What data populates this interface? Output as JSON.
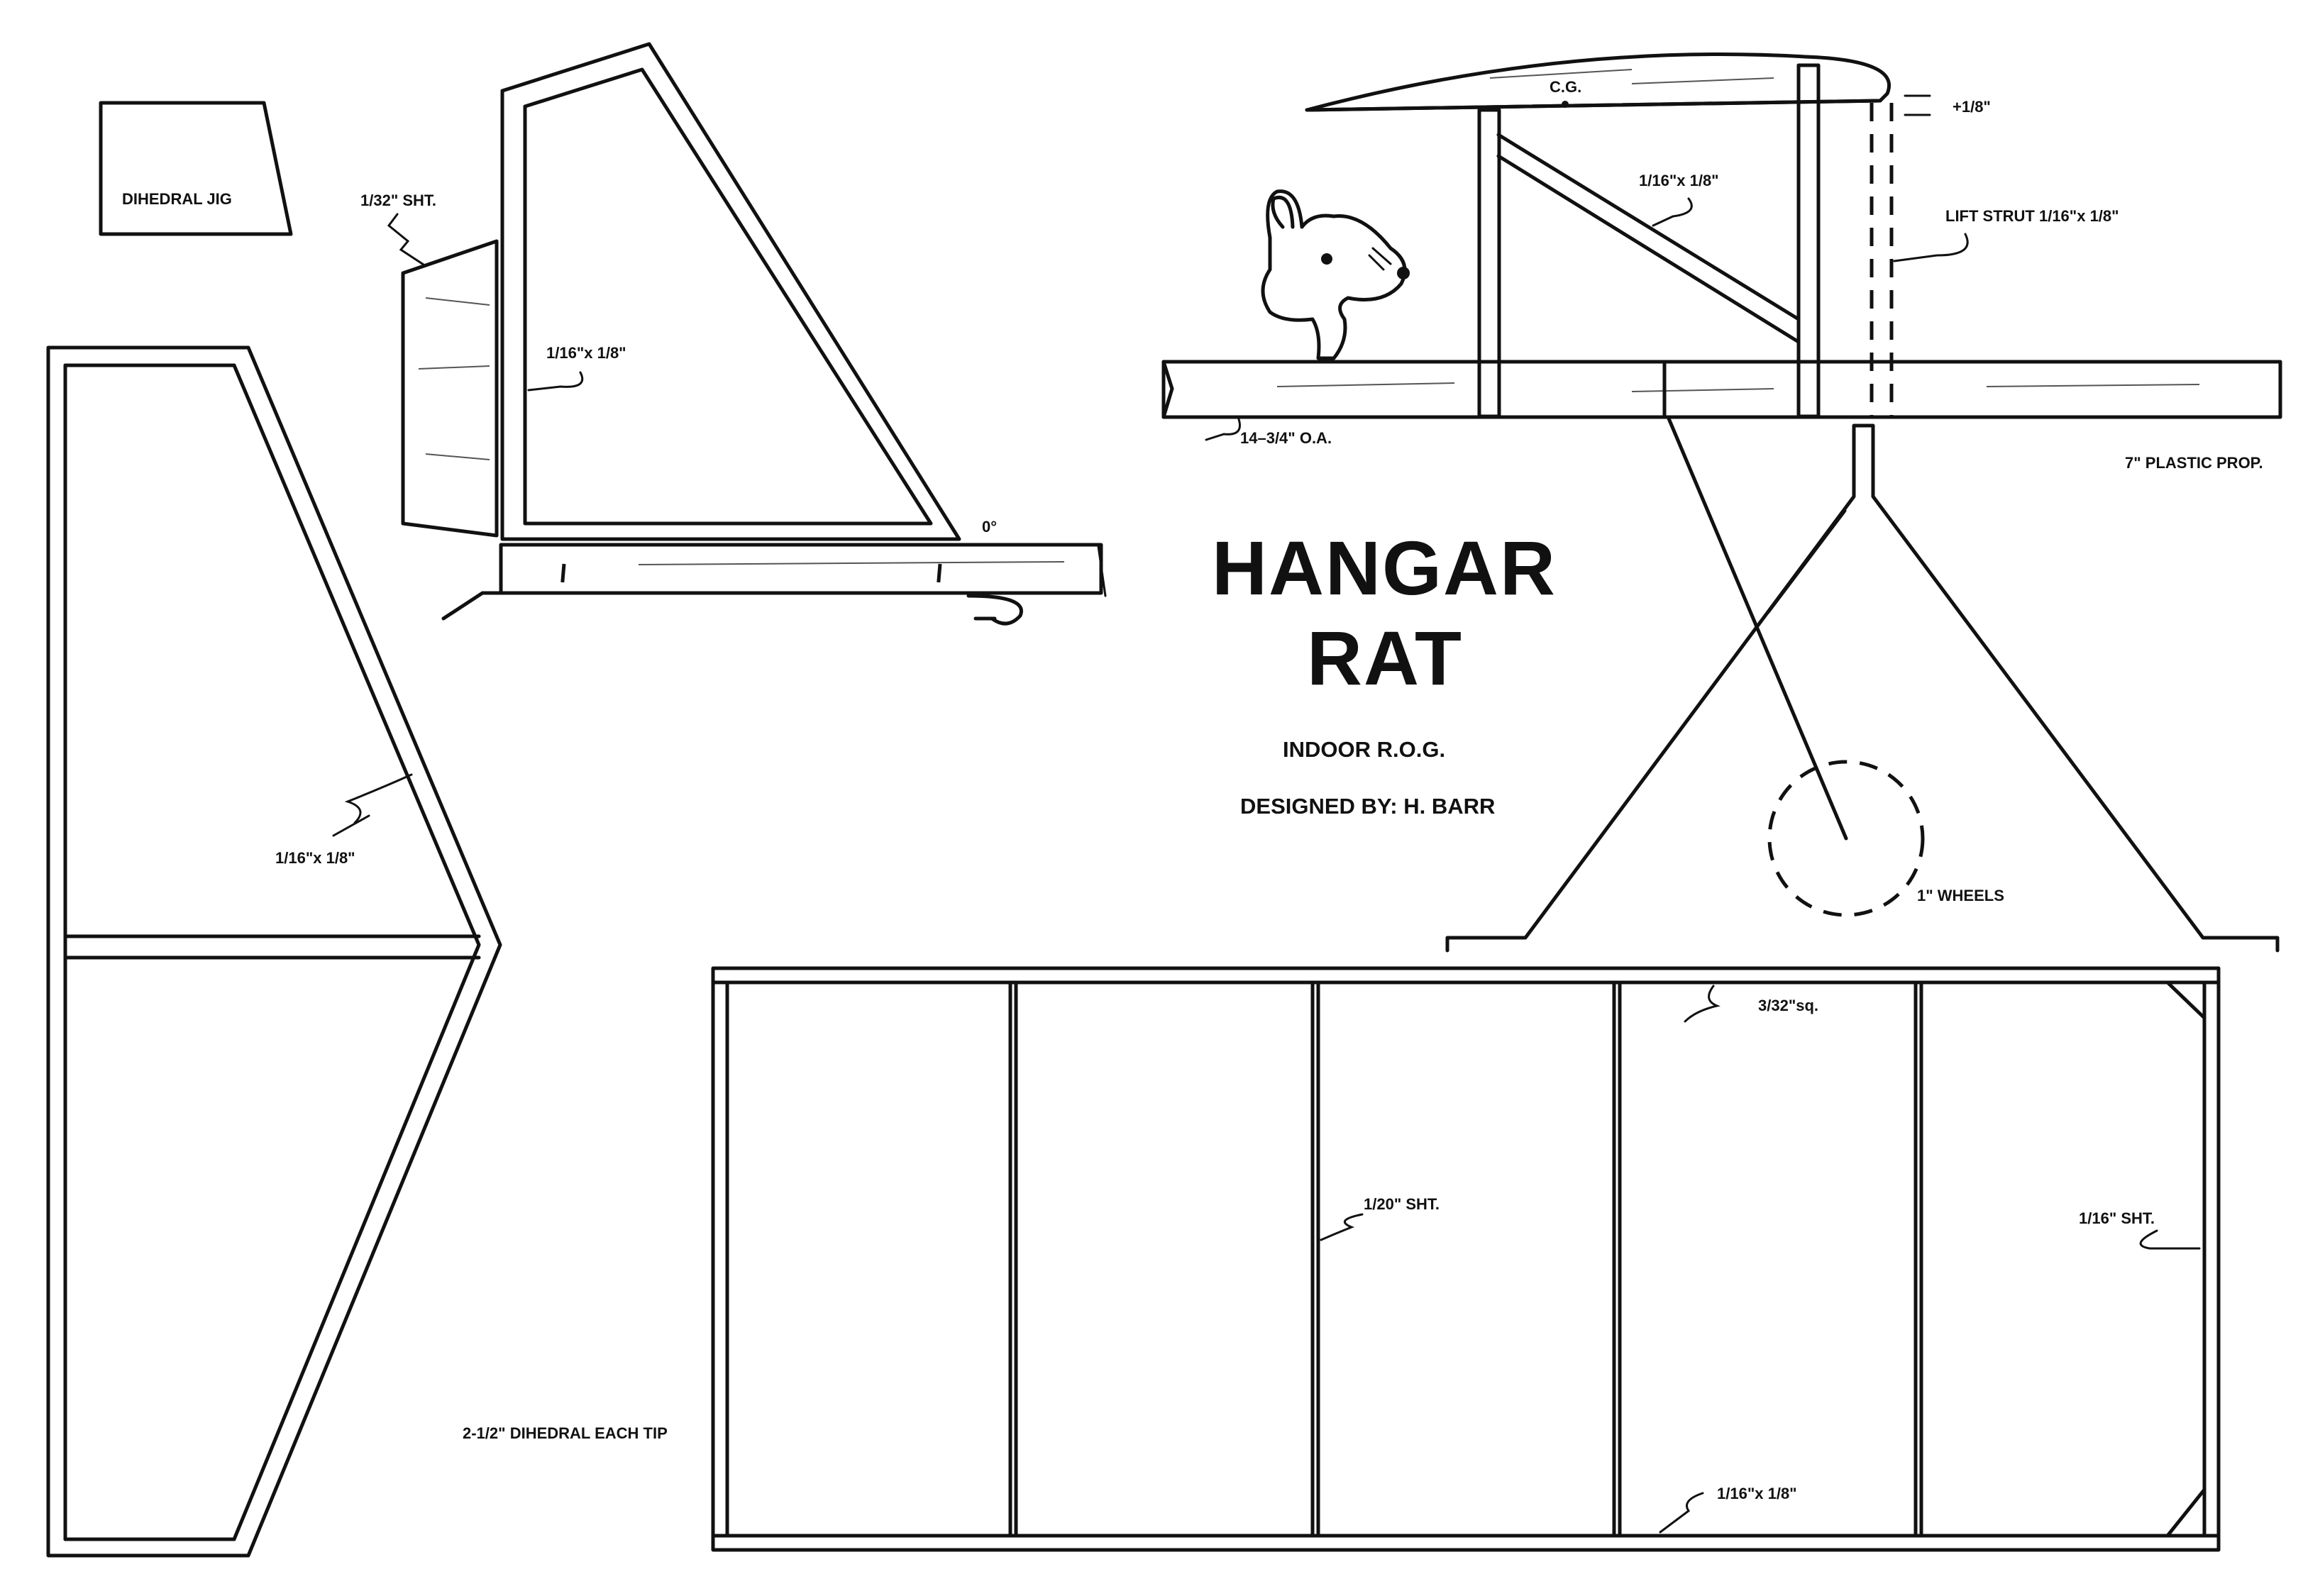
{
  "title_line1": "HANGAR",
  "title_line2": "RAT",
  "subtitle": "INDOOR  R.O.G.",
  "designer": "DESIGNED BY:  H. BARR",
  "labels": {
    "dihedral_jig": "DIHEDRAL JIG",
    "rudder_sheet": "1/32\" SHT.",
    "fin_spar": "1/16\"x 1/8\"",
    "zero_deg": "0°",
    "cg": "C.G.",
    "plus_eighth": "+1/8\"",
    "wing_brace": "1/16\"x 1/8\"",
    "lift_strut": "LIFT STRUT 1/16\"x 1/8\"",
    "motor_stick": "14–3/4\" O.A.",
    "prop": "7\" PLASTIC PROP.",
    "stab_spar": "1/16\"x 1/8\"",
    "wheels": "1\" WHEELS",
    "wing_spar_sq": "3/32\"sq.",
    "rib_sheet": "1/20\" SHT.",
    "tip_sheet": "1/16\" SHT.",
    "dihedral_tip": "2-1/2\" DIHEDRAL EACH TIP",
    "wing_trailing": "1/16\"x 1/8\""
  }
}
